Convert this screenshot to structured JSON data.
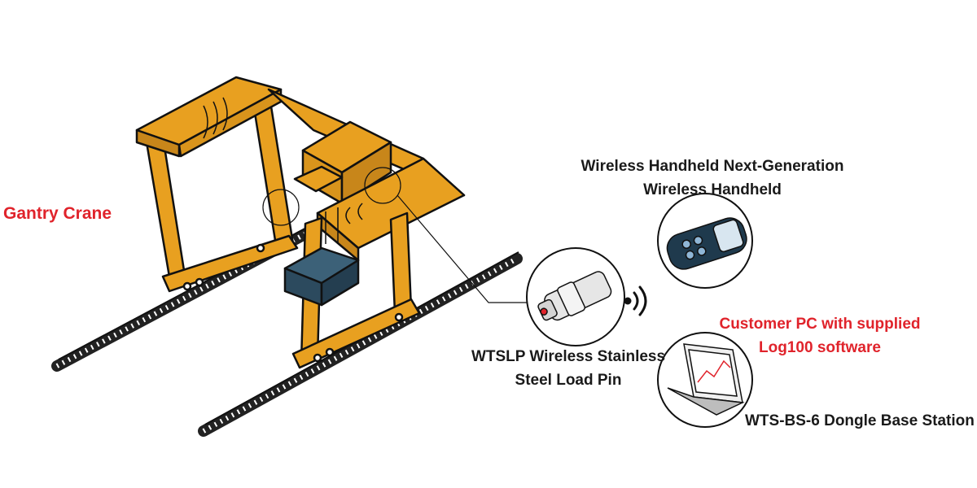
{
  "colors": {
    "crane_body": "#e8a020",
    "outline": "#111111",
    "container": "#2c4a5e",
    "accent_red": "#e0232b",
    "rail": "#666666"
  },
  "labels": {
    "gantry_crane": "Gantry Crane",
    "handheld": [
      "Wireless Handheld Next-Generation",
      "Wireless Handheld"
    ],
    "customer_pc": [
      "Customer PC with supplied",
      "Log100 software"
    ],
    "load_pin": [
      "WTSLP Wireless Stainless",
      "Steel Load Pin"
    ],
    "base_station": "WTS-BS-6 Dongle Base Station"
  },
  "icons": {
    "crane": "gantry-crane-illustration",
    "load_pin": "load-pin-icon",
    "wireless": "wireless-signal-icon",
    "handheld": "handheld-device-icon",
    "laptop": "laptop-icon"
  }
}
